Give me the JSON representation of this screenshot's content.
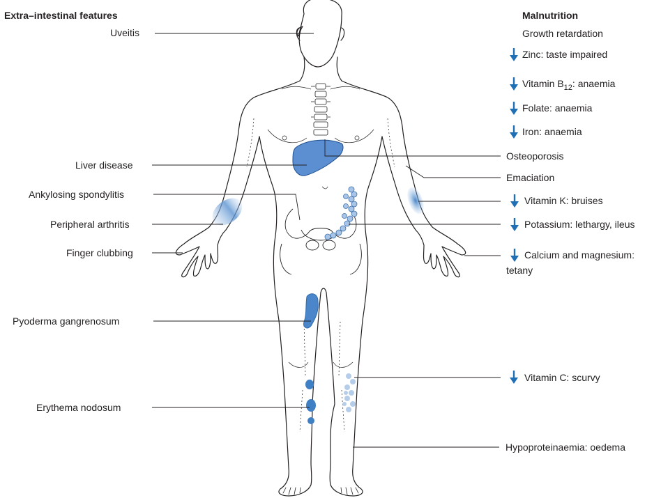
{
  "left": {
    "heading": "Extra–intestinal features",
    "items": {
      "uveitis": "Uveitis",
      "liver": "Liver disease",
      "ankylosing": "Ankylosing spondylitis",
      "arthritis": "Peripheral arthritis",
      "clubbing": "Finger clubbing",
      "pyoderma": "Pyoderma gangrenosum",
      "erythema": "Erythema nodosum"
    }
  },
  "right": {
    "heading": "Malnutrition",
    "growth": "Growth retardation",
    "zinc": "Zinc: taste impaired",
    "b12_prefix": "Vitamin B",
    "b12_sub": "12",
    "b12_suffix": ": anaemia",
    "folate": "Folate: anaemia",
    "iron": "Iron: anaemia",
    "osteoporosis": "Osteoporosis",
    "emaciation": "Emaciation",
    "vitk": "Vitamin K: bruises",
    "potassium": "Potassium: lethargy, ileus",
    "calcium_line1": "Calcium and magnesium:",
    "calcium_line2": "tetany",
    "vitc": "Vitamin C: scurvy",
    "hypo": "Hypoproteinaemia: oedema"
  },
  "colors": {
    "arrow": "#1f6fb5",
    "lesion": "#4a86c9",
    "outline": "#231f20"
  }
}
